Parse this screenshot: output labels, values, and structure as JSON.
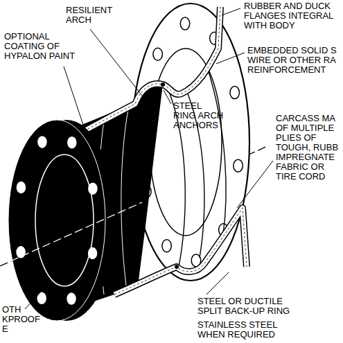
{
  "diagram": {
    "labels": [
      "RESILIENT ARCH",
      "RUBBER AND DUCK FLANGES INTEGRAL WITH BODY",
      "OPTIONAL COATING OF HYPALON PAINT",
      "EMBEDDED SOLID S WIRE OR OTHER RA REINFORCEMENT",
      "STEEL RING ARCH ANCHORS",
      "CARCASS MA OF MULTIPLE PLIES OF TOUGH, RUBB IMPREGNATE FABRIC OR TIRE CORD",
      "STEEL OR DUCTILE SPLIT BACK-UP RING",
      "STAINLESS STEEL WHEN REQUIRED",
      "OTH KPROOF E"
    ]
  }
}
